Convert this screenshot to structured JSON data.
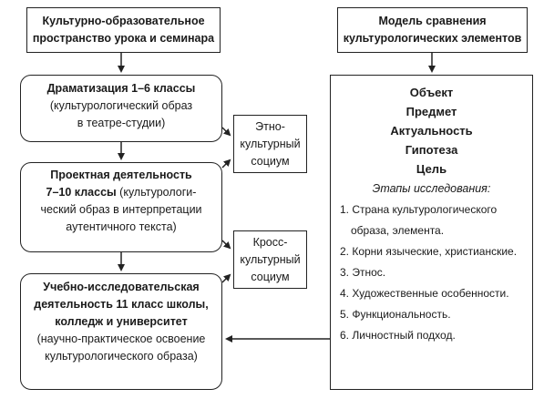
{
  "left_header": {
    "lines": [
      "Культурно-образовательное",
      "пространство урока и семинара"
    ]
  },
  "right_header": {
    "lines": [
      "Модель сравнения",
      "культурологических элементов"
    ]
  },
  "box_dramatization": {
    "title": "Драматизация 1–6 классы",
    "lines": [
      "(культурологический образ",
      "в театре-студии)"
    ]
  },
  "box_project": {
    "title_lines": [
      "Проектная деятельность"
    ],
    "mixed_first_bold": "7–10 классы",
    "mixed_first_rest": " (культурологи-",
    "lines": [
      "ческий образ в интерпретации",
      "аутентичного текста)"
    ]
  },
  "box_research": {
    "title_lines": [
      "Учебно-исследовательская",
      "деятельность 11 класс школы,",
      "колледж и университет"
    ],
    "lines": [
      "(научно-практическое освоение",
      "культурологического образа)"
    ]
  },
  "ethno_box": {
    "lines": [
      "Этно-",
      "культурный",
      "социум"
    ]
  },
  "cross_box": {
    "lines": [
      "Кросс-",
      "культурный",
      "социум"
    ]
  },
  "model_box": {
    "items": [
      "Объект",
      "Предмет",
      "Актуальность",
      "Гипотеза",
      "Цель"
    ],
    "stages_label": "Этапы исследования:",
    "stages": [
      "1. Страна культурологического",
      "образа, элемента.",
      "2. Корни языческие, христианские.",
      "3. Этнос.",
      "4. Художественные особенности.",
      "5. Функциональность.",
      "6. Личностный подход."
    ]
  }
}
